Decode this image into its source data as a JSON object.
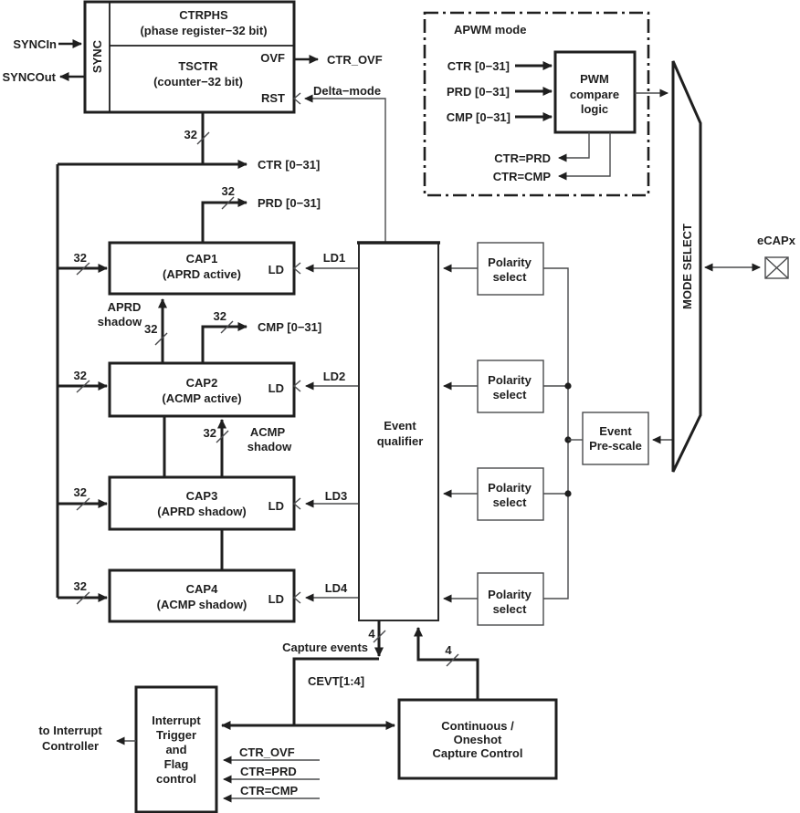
{
  "colors": {
    "ink": "#1f1f1f",
    "thin_ink": "#4a4b4d",
    "background": "#ffffff"
  },
  "sync_block": {
    "sync": "SYNC",
    "ctrphs": "CTRPHS",
    "ctrphs_sub": "(phase register−32 bit)",
    "tsctr": "TSCTR",
    "tsctr_sub": "(counter−32 bit)",
    "ovf": "OVF",
    "rst": "RST"
  },
  "signals": {
    "syncin": "SYNCIn",
    "syncout": "SYNCOut",
    "ctr_ovf": "CTR_OVF",
    "delta_mode": "Delta−mode",
    "ctr": "CTR [0−31]",
    "prd": "PRD [0−31]",
    "cmp": "CMP [0−31]",
    "ld1": "LD1",
    "ld2": "LD2",
    "ld3": "LD3",
    "ld4": "LD4",
    "capture_events": "Capture events",
    "cevt": "CEVT[1:4]",
    "to_interrupt_line1": "to Interrupt",
    "to_interrupt_line2": "Controller",
    "ctr_ovf_flag": "CTR_OVF",
    "ctr_eq_prd_flag": "CTR=PRD",
    "ctr_eq_cmp_flag": "CTR=CMP",
    "ecapx": "eCAPx"
  },
  "bus": {
    "b32": "32",
    "b4": "4"
  },
  "caps": {
    "cap1": {
      "title": "CAP1",
      "sub": "(APRD active)",
      "ld": "LD"
    },
    "cap2": {
      "title": "CAP2",
      "sub": "(ACMP active)",
      "ld": "LD"
    },
    "cap3": {
      "title": "CAP3",
      "sub": "(APRD shadow)",
      "ld": "LD"
    },
    "cap4": {
      "title": "CAP4",
      "sub": "(ACMP shadow)",
      "ld": "LD"
    }
  },
  "shadow": {
    "aprd_l1": "APRD",
    "aprd_l2": "shadow",
    "acmp_l1": "ACMP",
    "acmp_l2": "shadow"
  },
  "event_qualifier": {
    "l1": "Event",
    "l2": "qualifier"
  },
  "polarity": {
    "l1": "Polarity",
    "l2": "select"
  },
  "prescale": {
    "l1": "Event",
    "l2": "Pre-scale"
  },
  "mode_select": {
    "label": "MODE SELECT"
  },
  "apwm": {
    "label": "APWM mode",
    "ctr": "CTR [0−31]",
    "prd": "PRD [0−31]",
    "cmp": "CMP [0−31]",
    "pwm_l1": "PWM",
    "pwm_l2": "compare",
    "pwm_l3": "logic",
    "ctr_eq_prd": "CTR=PRD",
    "ctr_eq_cmp": "CTR=CMP"
  },
  "interrupt_block": {
    "l1": "Interrupt",
    "l2": "Trigger",
    "l3": "and",
    "l4": "Flag",
    "l5": "control"
  },
  "capture_control": {
    "l1": "Continuous /",
    "l2": "Oneshot",
    "l3": "Capture Control"
  }
}
